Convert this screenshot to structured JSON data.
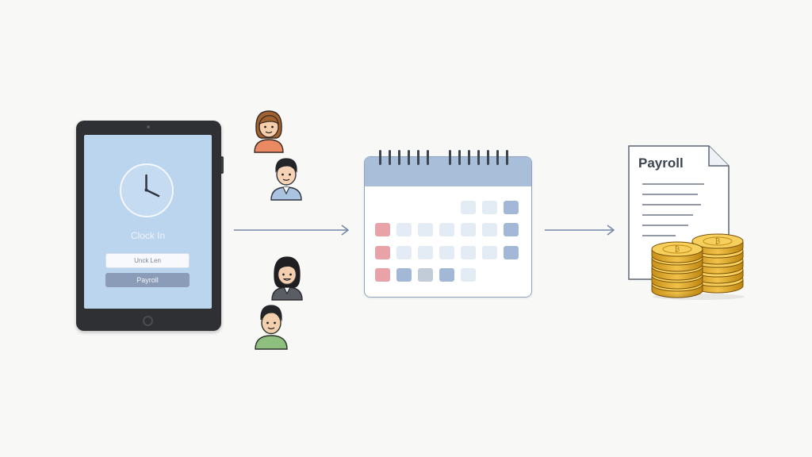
{
  "tablet": {
    "clock_title": "Clock In",
    "field_label": "Unck Len",
    "payroll_button": "Payroll"
  },
  "calendar": {
    "colors": {
      "header": "#a9bed8",
      "red": "#e8a2a8",
      "light": "#e3ebf5",
      "mid": "#a3b8d6",
      "gray": "#c2ccd9"
    }
  },
  "document": {
    "title": "Payroll"
  },
  "icons": {
    "clock": "clock-icon",
    "people": [
      "person-woman-icon",
      "person-man-icon",
      "person-woman-dark-hair-icon",
      "person-man-green-icon"
    ],
    "calendar": "calendar-icon",
    "document": "payroll-document-icon",
    "coins": "coin-stack-icon"
  }
}
